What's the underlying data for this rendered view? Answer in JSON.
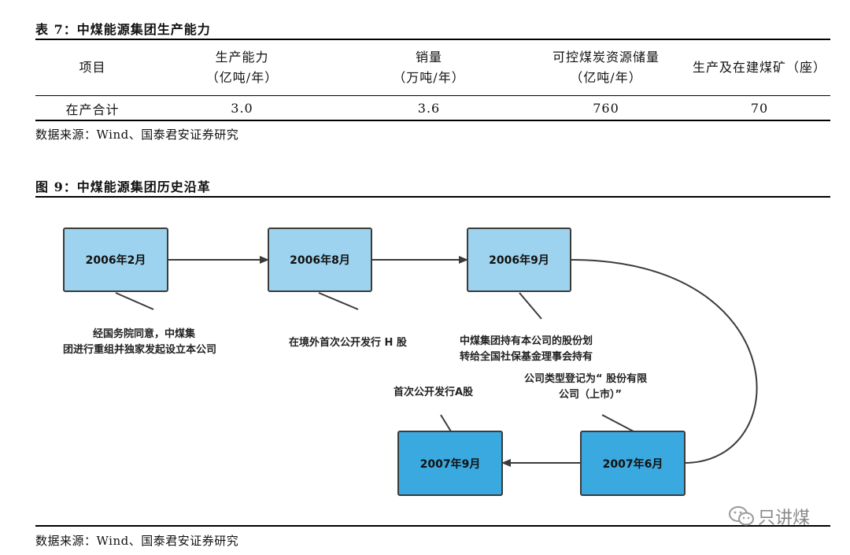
{
  "table7": {
    "title": "表 7：中煤能源集团生产能力",
    "headers": [
      {
        "line1": "项目",
        "line2": ""
      },
      {
        "line1": "生产能力",
        "line2": "（亿吨/年）"
      },
      {
        "line1": "销量",
        "line2": "（万吨/年）"
      },
      {
        "line1": "可控煤炭资源储量",
        "line2": "（亿吨/年）"
      },
      {
        "line1": "生产及在建煤矿（座）",
        "line2": ""
      }
    ],
    "row": [
      "在产合计",
      "3.0",
      "3.6",
      "760",
      "70"
    ],
    "source": "数据来源：Wind、国泰君安证券研究"
  },
  "figure9": {
    "title": "图 9：中煤能源集团历史沿革",
    "nodes": [
      {
        "date": "2006年2月",
        "note": [
          "经国务院同意，中煤集",
          "团进行重组并独家发起设立本公司"
        ],
        "color": "#9dd3ee"
      },
      {
        "date": "2006年8月",
        "note": [
          "在境外首次公开发行 H 股"
        ],
        "color": "#9dd3ee"
      },
      {
        "date": "2006年9月",
        "note": [
          "中煤集团持有本公司的股份划",
          "转给全国社保基金理事会持有"
        ],
        "color": "#9dd3ee"
      },
      {
        "date": "2007年6月",
        "note": [
          "公司类型登记为“ 股份有限",
          "公司（上市）”"
        ],
        "color": "#3aa9e0"
      },
      {
        "date": "2007年9月",
        "note": [
          "首次公开发行A股"
        ],
        "color": "#3aa9e0"
      }
    ],
    "source": "数据来源：Wind、国泰君安证券研究"
  },
  "watermark": {
    "text": "只讲煤",
    "icon": "wechat-icon"
  }
}
